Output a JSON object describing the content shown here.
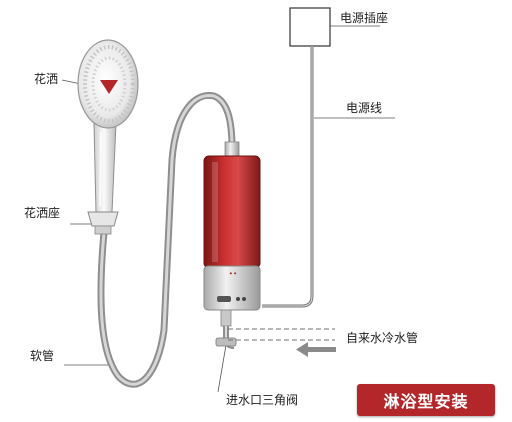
{
  "labels": {
    "power_socket": "电源插座",
    "shower_head": "花洒",
    "power_cord": "电源线",
    "shower_holder": "花洒座",
    "hose": "软管",
    "cold_water_pipe": "自来水冷水管",
    "inlet_valve": "进水口三角阀"
  },
  "badge": "淋浴型安装",
  "colors": {
    "heater_red": "#b3272a",
    "badge_red": "#b3272a",
    "hose": "#9a9a9a",
    "leader_line": "#555555",
    "arrow": "#8a8a8a"
  }
}
